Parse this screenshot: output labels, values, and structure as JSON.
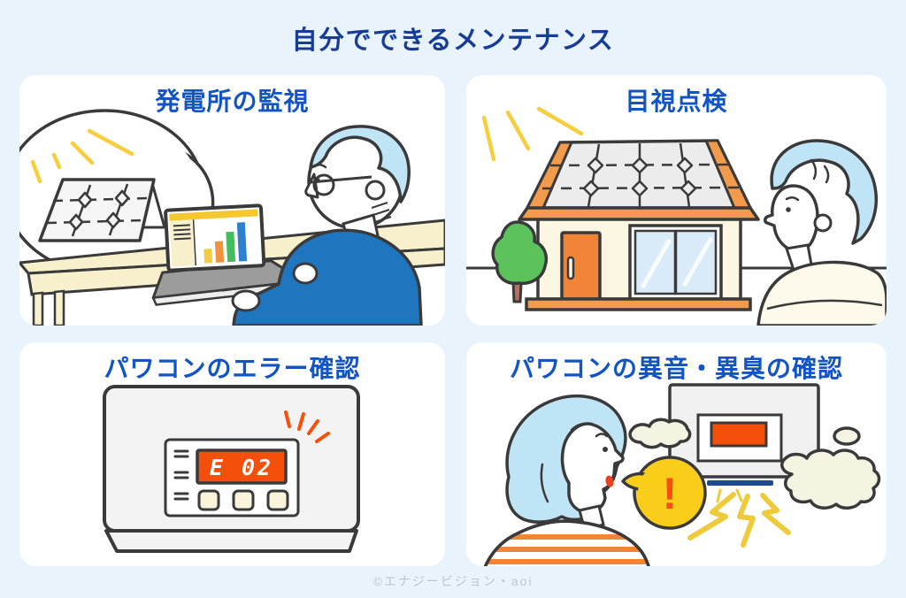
{
  "page": {
    "title": "自分でできるメンテナンス",
    "footer": "©エナジービジョン・aoi"
  },
  "cards": [
    {
      "title": "発電所の監視",
      "illustration": "person-checking-solar-output-chart-on-laptop",
      "icons": [
        "thought-bubble",
        "solar-panel",
        "sun-rays",
        "laptop-bar-chart",
        "person-with-glasses"
      ],
      "laptop_chart_bar_colors": [
        "#F2CC3F",
        "#F0923E",
        "#43BD5E",
        "#2E7FD0"
      ]
    },
    {
      "title": "目視点検",
      "illustration": "person-visually-inspecting-rooftop-solar-panels",
      "icons": [
        "sun-rays",
        "house-with-solar-roof",
        "tree",
        "person-looking-up"
      ]
    },
    {
      "title": "パワコンのエラー確認",
      "illustration": "power-conditioner-showing-error-code",
      "icons": [
        "power-conditioner",
        "error-display",
        "control-buttons",
        "alert-spark-lines"
      ],
      "display_text": "E 02"
    },
    {
      "title": "パワコンの異音・異臭の確認",
      "illustration": "woman-noticing-noise-and-smell-from-power-conditioner",
      "icons": [
        "woman",
        "alert-speech-bubble",
        "power-conditioner",
        "smell-clouds",
        "lightning-bolts"
      ],
      "alert_text": "!"
    }
  ],
  "palette": {
    "background": "#E9F3FB",
    "card": "#FFFFFF",
    "title_navy": "#173C96",
    "heading_blue": "#1254C4",
    "outline": "#3A3A3A",
    "accent_orange": "#F08437",
    "alert_red_orange": "#F4500C",
    "sun_yellow": "#F7CE3E",
    "hair_light_blue": "#BFE4F6",
    "shirt_blue": "#2076BE",
    "tree_green": "#5CC25C",
    "bubble_yellow": "#F9CD1A",
    "desk_cream": "#F8F0CD"
  }
}
